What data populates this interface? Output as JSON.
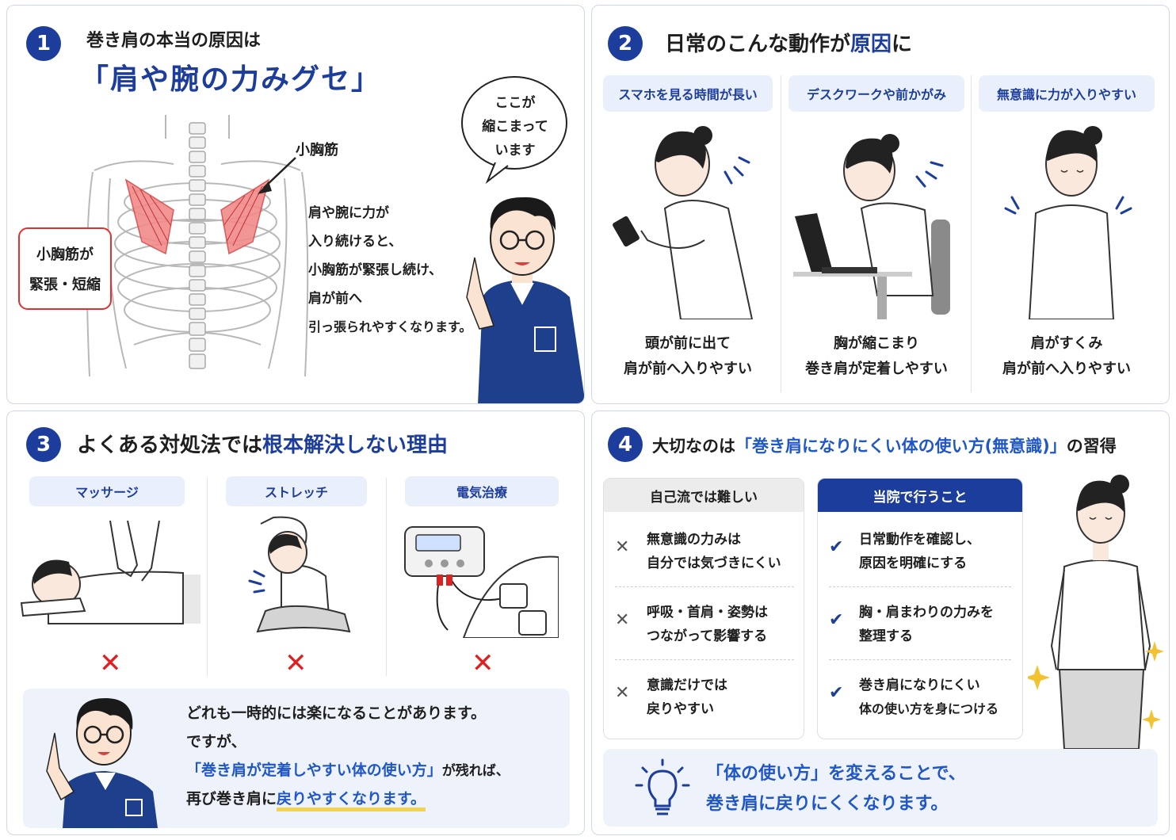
{
  "p1": {
    "num": "1",
    "title_line1": "巻き肩の本当の原因は",
    "title_line2": "「肩や腕の力みグセ」",
    "muscle_label": "小胸筋",
    "red_box": [
      "小胸筋が",
      "緊張・短縮"
    ],
    "bubble": [
      "ここが",
      "縮こまって",
      "います"
    ],
    "explain": [
      "肩や腕に力が",
      "入り続けると、",
      "小胸筋が緊張し続け、",
      "肩が前へ",
      "引っ張られやすくなります。"
    ]
  },
  "p2": {
    "num": "2",
    "title_pre": "日常のこんな動作が",
    "title_hl": "原因",
    "title_post": "に",
    "cols": [
      {
        "pill": "スマホを見る時間が長い",
        "line1": "頭が前に出て",
        "line2": "肩が前へ入りやすい"
      },
      {
        "pill": "デスクワークや前かがみ",
        "line1": "胸が縮こまり",
        "line2": "巻き肩が定着しやすい"
      },
      {
        "pill": "無意識に力が入りやすい",
        "line1": "肩がすくみ",
        "line2": "肩が前へ入りやすい"
      }
    ]
  },
  "p3": {
    "num": "3",
    "title_pre": "よくある対処法では",
    "title_hl": "根本解決しない理由",
    "methods": [
      "マッサージ",
      "ストレッチ",
      "電気治療"
    ],
    "x": "✕",
    "note_line1": "どれも一時的には楽になることがあります。",
    "note_line2": "ですが、",
    "note_hl": "「巻き肩が定着しやすい体の使い方」",
    "note_line3_post": "が残れば、",
    "note_line4_pre": "再び巻き肩に",
    "note_line4_hl": "戻りやすくなります。"
  },
  "p4": {
    "num": "4",
    "title_pre": "大切なのは",
    "title_hl": "「巻き肩になりにくい体の使い方(無意識)」",
    "title_post": "の習得",
    "left_head": "自己流では難しい",
    "right_head": "当院で行うこと",
    "left_items": [
      [
        "無意識の力みは",
        "自分では気づきにくい"
      ],
      [
        "呼吸・首肩・姿勢は",
        "つながって影響する"
      ],
      [
        "意識だけでは",
        "戻りやすい"
      ]
    ],
    "right_items": [
      [
        "日常動作を確認し、",
        "原因を明確にする"
      ],
      [
        "胸・肩まわりの力みを",
        "整理する"
      ],
      [
        "巻き肩になりにくい",
        "体の使い方を身につける"
      ]
    ],
    "x_icon": "✕",
    "check_icon": "✔",
    "bottom_line1": "「体の使い方」を変えることで、",
    "bottom_line2": "巻き肩に戻りにくくなります。"
  }
}
